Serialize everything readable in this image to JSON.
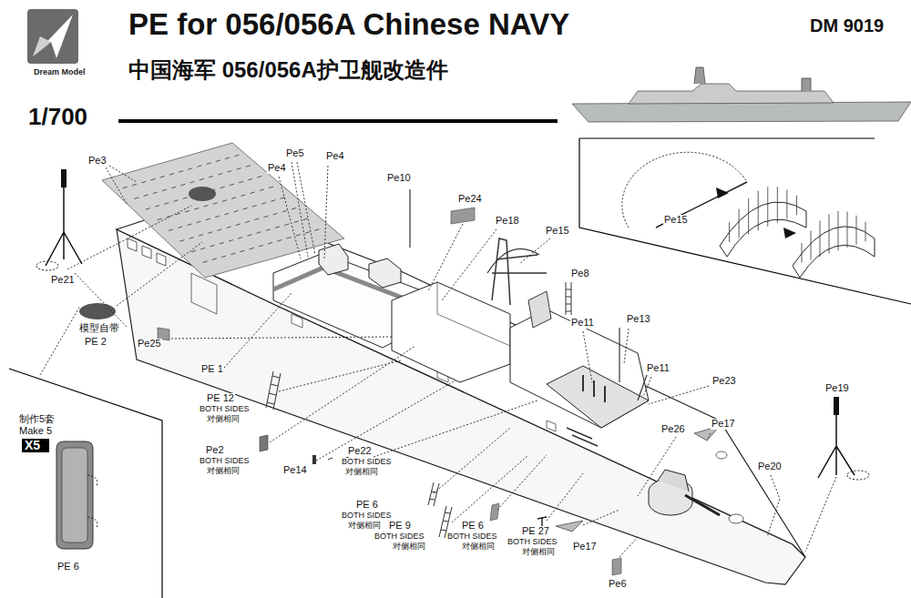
{
  "diagram": {
    "title": "PE for 056/056A Chinese NAVY",
    "nodes": [
      {
        "text": [
          "X5"
        ]
      }
    ],
    "labels": [
      "Dream Model",
      "中国海军 056/056A护卫舰改造件",
      "DM 9019",
      "1/700",
      "Pe3",
      "Pe5",
      "Pe4",
      "Pe4",
      "Pe10",
      "Pe24",
      "Pe18",
      "Pe15",
      "Pe15",
      "Pe8",
      "Pe11",
      "Pe13",
      "Pe11",
      "Pe23",
      "Pe19",
      "Pe17",
      "Pe26",
      "Pe20",
      "Pe21",
      "模型自带",
      "PE 2",
      "Pe25",
      "PE 1",
      "PE 12",
      "BOTH SIDES",
      "对侧相同",
      "Pe2",
      "BOTH SIDES",
      "对侧相同",
      "Pe14",
      "Pe22",
      "BOTH SIDES",
      "对侧相同",
      "PE 6",
      "BOTH SIDES",
      "对侧相同",
      "PE 9",
      "BOTH SIDES",
      "对侧相同",
      "PE 6",
      "BOTH SIDES",
      "对侧相同",
      "PE 27",
      "BOTH SIDES",
      "对侧相同",
      "Pe17",
      "Pe6",
      "制作5套",
      "Make 5",
      "PE 6"
    ]
  }
}
